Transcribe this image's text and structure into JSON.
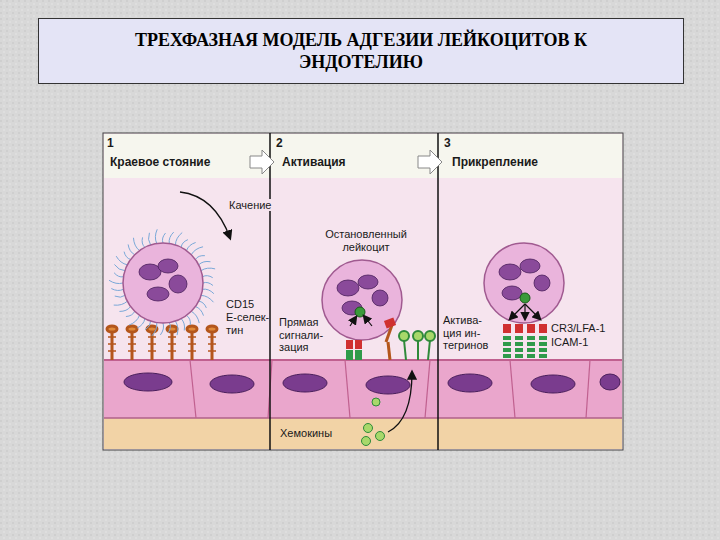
{
  "diagram": {
    "title": "ТРЕХФАЗНАЯ МОДЕЛЬ АДГЕЗИИ ЛЕЙКОЦИТОВ К ЭНДОТЕЛИЮ",
    "labels": [
      "1",
      "Краевое стояние",
      "2",
      "Активация",
      "3",
      "Прикрепление",
      "Качение",
      "Остановленный лейкоцит",
      "CD15",
      "E-селек- тин",
      "Прямая сигнали- зация",
      "Хемокины",
      "Актива- ция ин- тегринов",
      "CR3/LFA-1",
      "ICAM-1"
    ]
  }
}
